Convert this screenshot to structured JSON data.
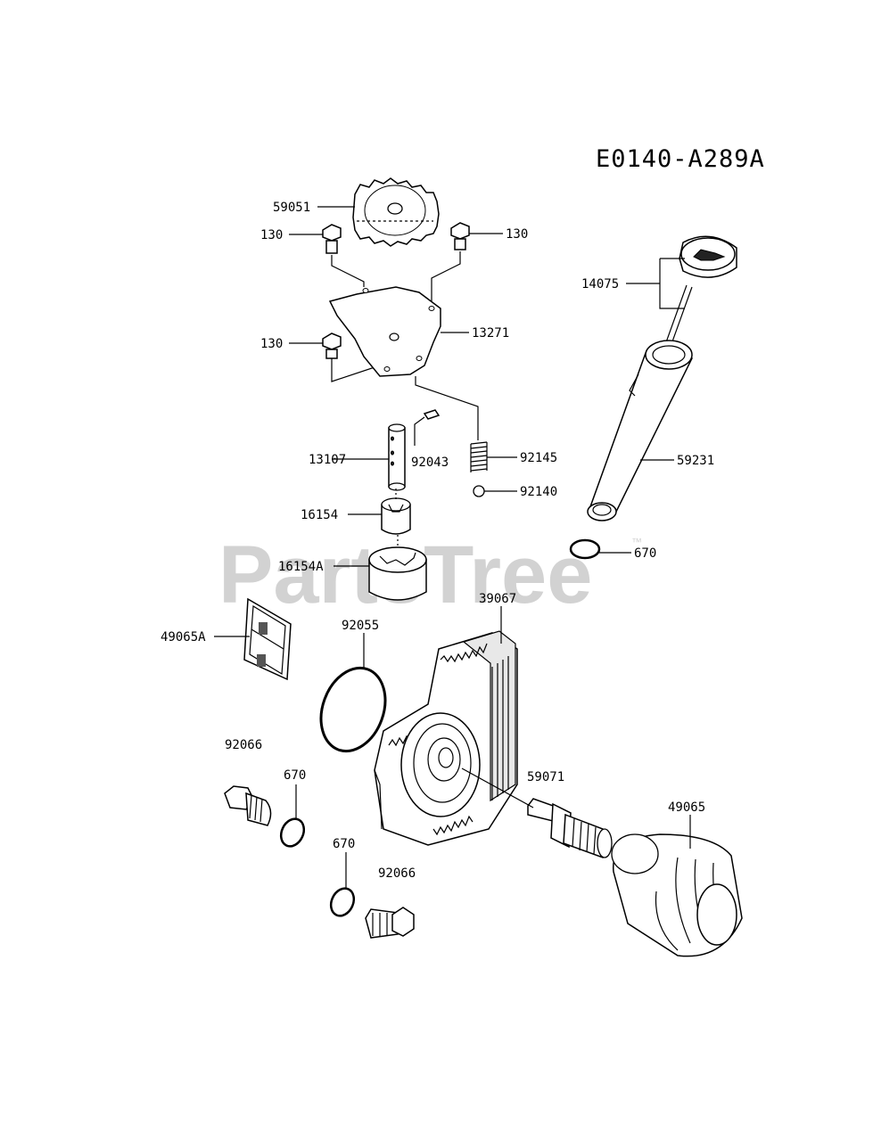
{
  "diagram_code": "E0140-A289A",
  "watermark": "PartsTree",
  "watermark_tm": "™",
  "part_labels": {
    "p59051": "59051",
    "p130a": "130",
    "p130b": "130",
    "p130c": "130",
    "p13271": "13271",
    "p14075": "14075",
    "p13107": "13107",
    "p92043": "92043",
    "p92145": "92145",
    "p92140": "92140",
    "p59231": "59231",
    "p16154": "16154",
    "p16154A": "16154A",
    "p670a": "670",
    "p39067": "39067",
    "p49065A": "49065A",
    "p92055": "92055",
    "p92066a": "92066",
    "p670b": "670",
    "p59071": "59071",
    "p49065": "49065",
    "p670c": "670",
    "p92066b": "92066"
  }
}
